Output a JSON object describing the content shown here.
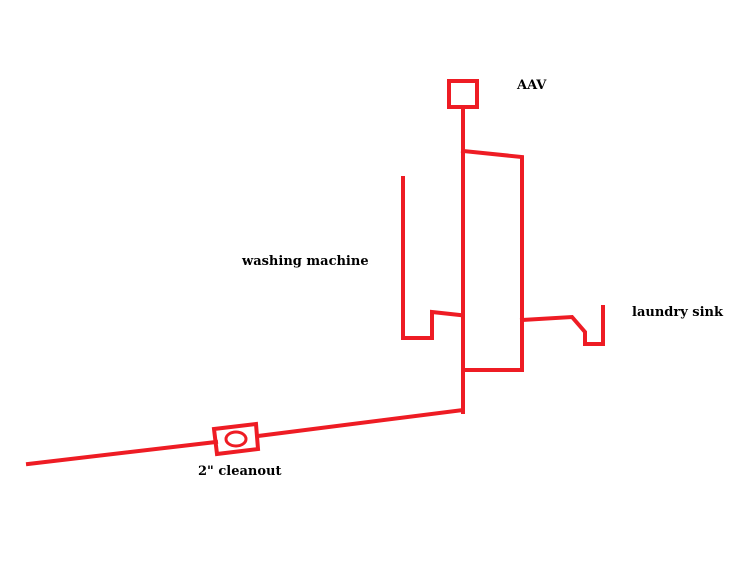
{
  "labels": {
    "aav": "AAV",
    "washing_machine": "washing machine",
    "laundry_sink": "laundry sink",
    "cleanout": "2\" cleanout"
  },
  "colors": {
    "pipe": "#ee1c24",
    "text": "#000000",
    "background": "#ffffff"
  }
}
